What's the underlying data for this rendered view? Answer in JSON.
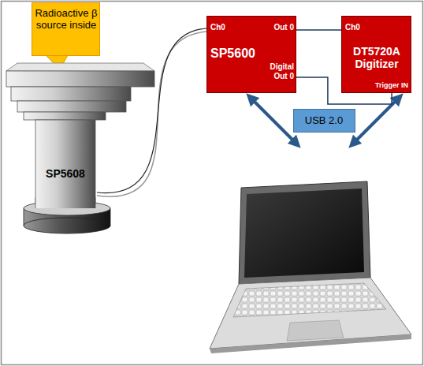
{
  "diagram": {
    "nodes": [
      {
        "text": [
          "Radioactive β source inside"
        ]
      },
      {
        "text": [
          "SP5608"
        ]
      },
      {
        "text": [
          "Ch0",
          "SP5600",
          "Out 0",
          "Digital Out 0"
        ]
      },
      {
        "text": [
          "Ch0",
          "DT5720A Digitizer",
          "Trigger IN"
        ]
      },
      {
        "text": [
          "USB 2.0"
        ]
      }
    ],
    "edges": [
      {
        "from": 1,
        "to": 2,
        "arrow": "none"
      },
      {
        "from": 2,
        "to": 3,
        "arrow": "none"
      },
      {
        "from": 2,
        "to": 3,
        "arrow": "none"
      }
    ]
  }
}
